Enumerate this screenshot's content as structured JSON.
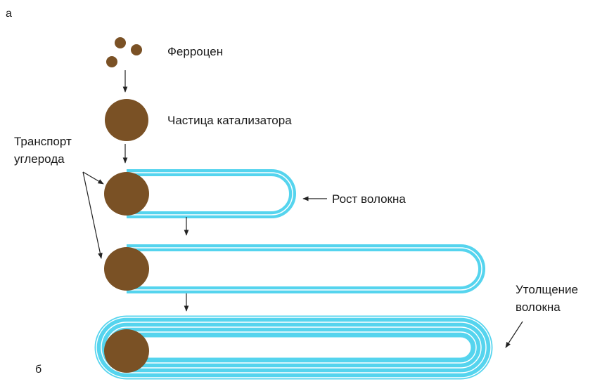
{
  "panel_labels": {
    "a": "а",
    "b": "б"
  },
  "labels": {
    "ferrocene": "Ферроцен",
    "catalyst_particle": "Частица катализатора",
    "carbon_transport_line1": "Транспорт",
    "carbon_transport_line2": "углерода",
    "fiber_growth": "Рост волокна",
    "fiber_thickening_line1": "Утолщение",
    "fiber_thickening_line2": "волокна"
  },
  "colors": {
    "particle": "#7a5125",
    "fiber": "#55d4ee",
    "fiber_gap": "#ffffff",
    "arrow": "#222222",
    "text": "#1a1a1a"
  }
}
